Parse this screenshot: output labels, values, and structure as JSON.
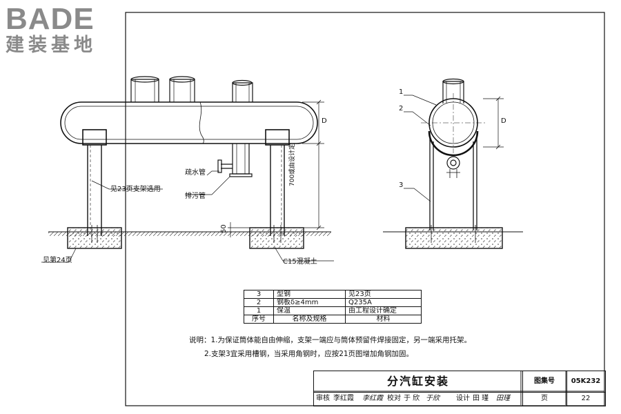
{
  "logo": {
    "word": "BADE",
    "subtitle": "建装基地"
  },
  "callouts": {
    "drain_pipe": "疏水管",
    "blowdown_pipe": "排污管",
    "support_ref": "见23页支架选用",
    "foundation_ref": "见第24页",
    "concrete": "C15混凝土",
    "dim_d": "D",
    "dim_height": "700或由设计定",
    "dim_50": "50",
    "part1": "1",
    "part2": "2",
    "part3": "3"
  },
  "bom": {
    "rows": [
      {
        "no": "3",
        "name": "型钢",
        "material": "见23页"
      },
      {
        "no": "2",
        "name": "钢板δ≥4mm",
        "material": "Q235A"
      },
      {
        "no": "1",
        "name": "保温",
        "material": "由工程设计确定"
      }
    ],
    "header": {
      "no": "序号",
      "name": "名称及规格",
      "material": "材料"
    }
  },
  "notes": {
    "line1": "说明：1.为保证筒体能自由伸缩，支架一端应与筒体预留件焊接固定，另一端采用托架。",
    "line2": "2.支架3宜采用槽钢，当采用角钢时，应按21页图增加角钢加固。"
  },
  "title_block": {
    "title": "分汽缸安装",
    "atlas_label": "图集号",
    "atlas_no": "05K232",
    "page_label": "页",
    "page_no": "22",
    "review_label": "审核",
    "reviewer": "李红霞",
    "reviewer_sign": "李红霞",
    "check_label": "校对",
    "checker": "于 欣",
    "checker_sign": "于欣",
    "design_label": "设计",
    "designer": "田 瑾",
    "designer_sign": "田瑾"
  }
}
